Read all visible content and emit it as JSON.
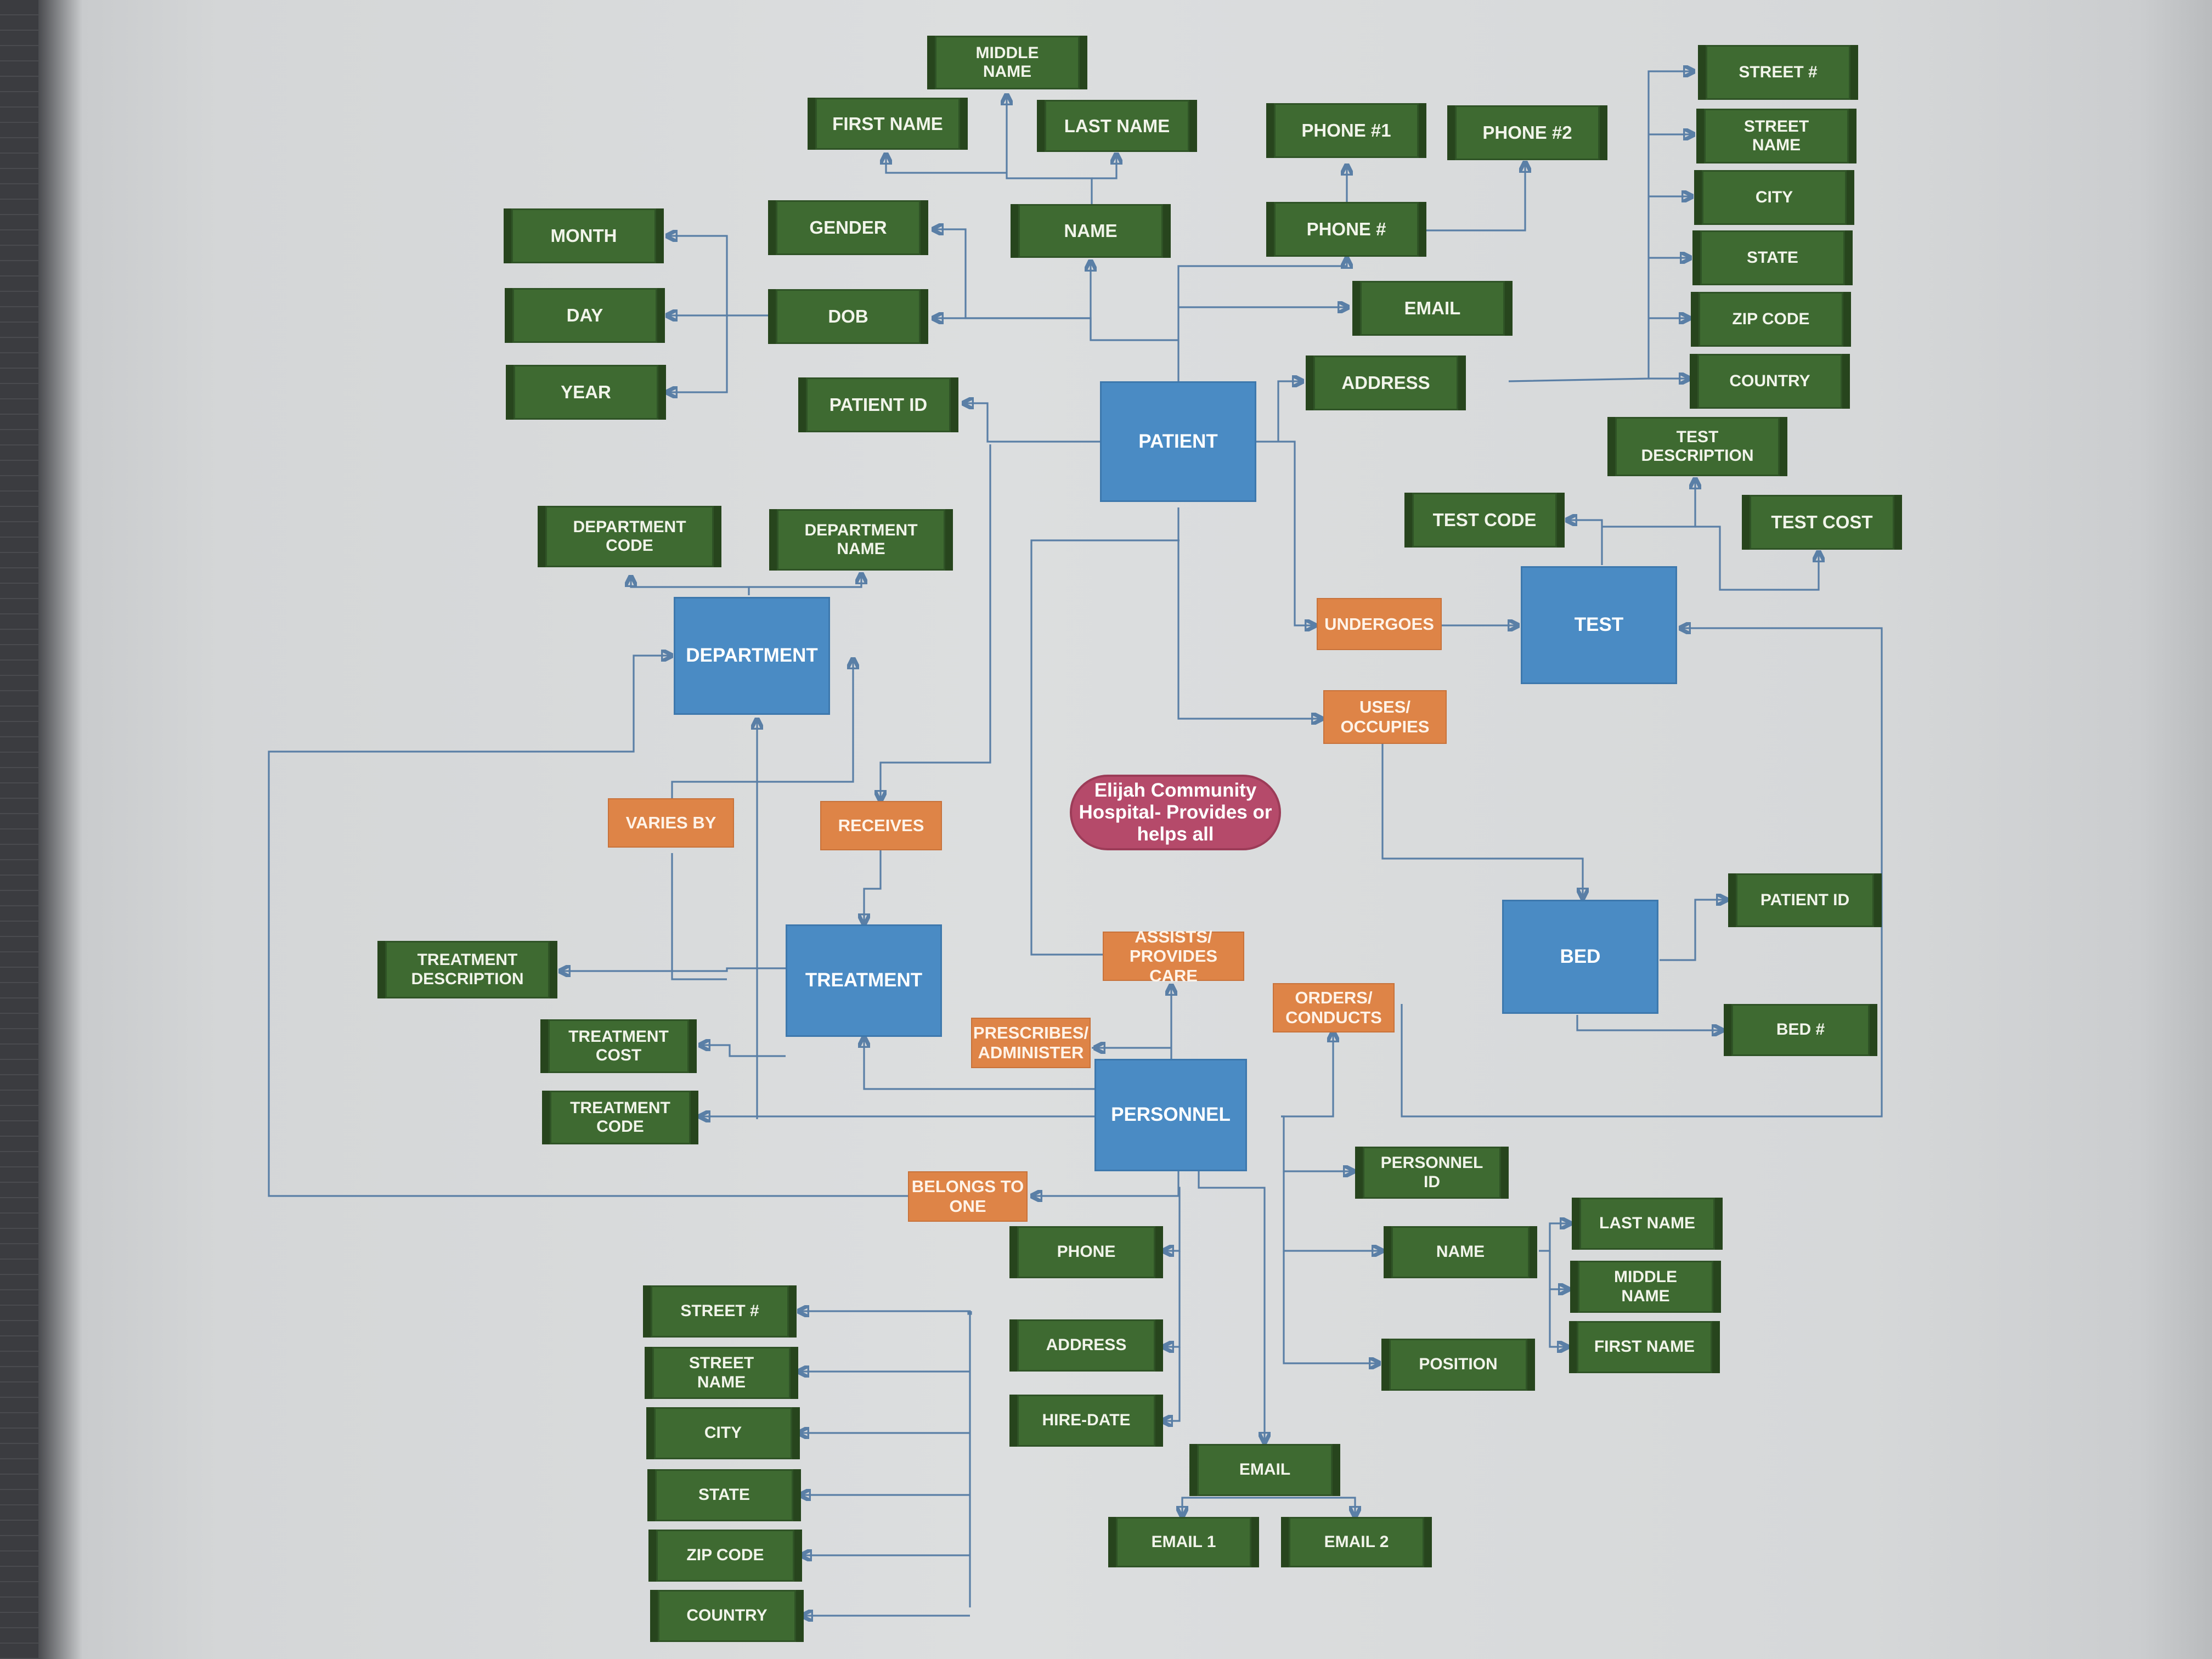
{
  "colors": {
    "attribute": "#3e6a31",
    "entity": "#4a8bc4",
    "relationship": "#de8447",
    "note": "#b54a6a",
    "connector": "#5a7fa6"
  },
  "entities": {
    "patient": "PATIENT",
    "test": "TEST",
    "department": "DEPARTMENT",
    "treatment": "TREATMENT",
    "bed": "BED",
    "personnel": "PERSONNEL"
  },
  "relationships": {
    "undergoes": "UNDERGOES",
    "uses_occupies": "USES/\nOCCUPIES",
    "varies_by": "VARIES BY",
    "receives": "RECEIVES",
    "assists": "ASSISTS/\nPROVIDES CARE",
    "prescribes": "PRESCRIBES/\nADMINISTER",
    "orders": "ORDERS/\nCONDUCTS",
    "belongs_to_one": "BELONGS TO\nONE"
  },
  "note": "Elijah Community\nHospital- Provides or\nhelps all",
  "patient_attributes": {
    "middle_name": "MIDDLE\nNAME",
    "first_name": "FIRST NAME",
    "last_name": "LAST NAME",
    "name": "NAME",
    "gender": "GENDER",
    "month": "MONTH",
    "day": "DAY",
    "year": "YEAR",
    "dob": "DOB",
    "patient_id": "PATIENT ID",
    "phone_1": "PHONE #1",
    "phone_2": "PHONE #2",
    "phone": "PHONE #",
    "email": "EMAIL",
    "address": "ADDRESS",
    "street_no": "STREET #",
    "street_name": "STREET\nNAME",
    "city": "CITY",
    "state": "STATE",
    "zip": "ZIP CODE",
    "country": "COUNTRY"
  },
  "test_attributes": {
    "description": "TEST\nDESCRIPTION",
    "code": "TEST CODE",
    "cost": "TEST COST"
  },
  "department_attributes": {
    "code": "DEPARTMENT\nCODE",
    "name": "DEPARTMENT\nNAME"
  },
  "treatment_attributes": {
    "description": "TREATMENT\nDESCRIPTION",
    "cost": "TREATMENT\nCOST",
    "code": "TREATMENT\nCODE"
  },
  "bed_attributes": {
    "patient_id": "PATIENT ID",
    "bed_no": "BED #"
  },
  "personnel_attributes": {
    "personnel_id": "PERSONNEL\nID",
    "name": "NAME",
    "last_name": "LAST NAME",
    "middle_name": "MIDDLE\nNAME",
    "first_name": "FIRST NAME",
    "position": "POSITION",
    "phone": "PHONE",
    "address": "ADDRESS",
    "hire_date": "HIRE-DATE",
    "email": "EMAIL",
    "email_1": "EMAIL 1",
    "email_2": "EMAIL 2",
    "street_no": "STREET #",
    "street_name": "STREET\nNAME",
    "city": "CITY",
    "state": "STATE",
    "zip": "ZIP CODE",
    "country": "COUNTRY"
  }
}
